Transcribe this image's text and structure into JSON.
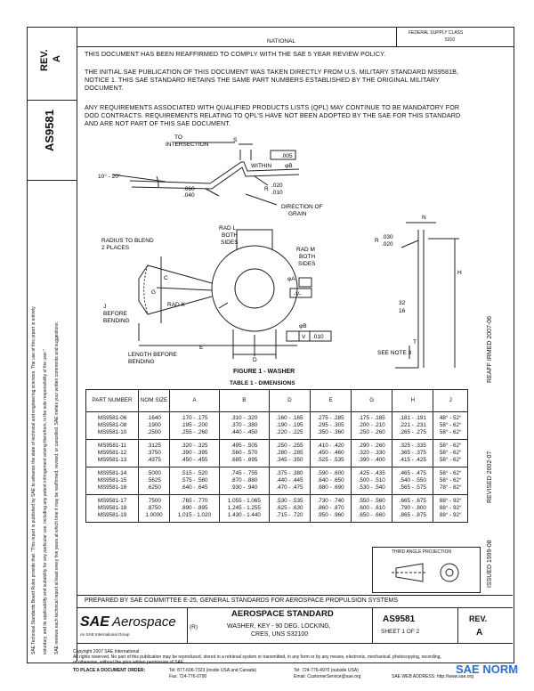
{
  "sidebar": {
    "rev_label": "REV.",
    "rev_value": "A",
    "doc_number": "AS9581",
    "legal_text": [
      "SAE Technical Standards Board Rules provide that: \"This report is published by SAE to advance the state of technical and engineering sciences. The use of this report is entirely",
      "voluntary, and its applicability and suitability for any particular use, including any patent infringement arising therefrom, is the sole responsibility of the user.\"",
      "SAE reviews each technical report at least every five years at which time it may be reaffirmed, revised, or cancelled. SAE invites your written comments and suggestions."
    ]
  },
  "header": {
    "class_label": "NATIONAL",
    "federal_supply_class": "FEDERAL SUPPLY CLASS",
    "fsc_value": "5310"
  },
  "paragraphs": [
    "THIS DOCUMENT HAS BEEN REAFFIRMED TO COMPLY WITH THE SAE 5 YEAR REVIEW POLICY.",
    "THE INITIAL SAE PUBLICATION OF THIS DOCUMENT WAS TAKEN DIRECTLY FROM U.S. MILITARY STANDARD MS9581B, NOTICE 1. THIS SAE STANDARD RETAINS THE SAME PART NUMBERS ESTABLISHED BY THE ORIGINAL MILITARY DOCUMENT.",
    "ANY REQUIREMENTS ASSOCIATED WITH QUALIFIED PRODUCTS LISTS (QPL) MAY CONTINUE TO BE MANDATORY FOR DOD CONTRACTS. REQUIREMENTS RELATING TO QPL'S HAVE NOT BEEN ADOPTED BY THE SAE FOR THIS STANDARD AND ARE NOT PART OF THIS SAE DOCUMENT."
  ],
  "drawing": {
    "to_intersection": "TO",
    "intersection": "INTERSECTION",
    "s": "S",
    "angle": "10° - 20°",
    "tol_005": ".005",
    "within": "WITHIN",
    "phi_b": "φB",
    "r_060": ".060",
    "r_040": ".040",
    "r_label": "R",
    "r_020": ".020",
    "r_010": ".010",
    "direction_of": "DIRECTION OF",
    "grain": "GRAIN",
    "rad_l": "RAD L",
    "both": "BOTH",
    "sides": "SIDES",
    "radius_to_blend": "RADIUS TO BLEND",
    "two_places": "2 PLACES",
    "rad_m": "RAD M",
    "both2": "BOTH",
    "sides2": "SIDES",
    "rad_k": "RAD K",
    "g": "G",
    "c": "C",
    "j": "J",
    "before": "BEFORE",
    "bending": "BENDING",
    "phi_a": "φA",
    "v_box": "-V-",
    "phi_b2": "φB",
    "fcf_v": "V",
    "fcf_tol": ".010",
    "length_before": "LENGTH BEFORE",
    "bending2": "BENDING",
    "e": "E",
    "d": "D",
    "n": "N",
    "r030": ".030",
    "r020": ".020",
    "h": "H",
    "f32": "32",
    "f16": "16",
    "t": "T",
    "see_note": "SEE NOTE 3",
    "figure_caption": "FIGURE 1 - WASHER",
    "table_caption": "TABLE 1 - DIMENSIONS"
  },
  "table": {
    "headers": [
      "PART NUMBER",
      "NOM SIZE",
      "A",
      "B",
      "D",
      "E",
      "G",
      "H",
      "J"
    ],
    "groups": [
      [
        [
          "MS9581-06",
          ".1640",
          ".170 - .175",
          ".310 - .320",
          ".160 - .165",
          ".275 - .285",
          ".175 - .185",
          ".181 - .191",
          "48° - 52°"
        ],
        [
          "MS9581-08",
          ".1900",
          ".195 - .200",
          ".370 - .380",
          ".190 - .195",
          ".295 - .305",
          ".200 - .210",
          ".221 - .231",
          "58° - 62°"
        ],
        [
          "MS9581-10",
          ".2500",
          ".255 - .260",
          ".440 - .450",
          ".220 - .225",
          ".350 - .360",
          ".250 - .260",
          ".265 - .275",
          "58° - 62°"
        ]
      ],
      [
        [
          "MS9581-11",
          ".3125",
          ".320 - .325",
          ".495 - .505",
          ".250 - .255",
          ".410 - .420",
          ".290 - .260",
          ".325 - .335",
          "58° - 62°"
        ],
        [
          "MS9581-12",
          ".3750",
          ".390 - .395",
          ".560 - .570",
          ".280 - .285",
          ".450 - .460",
          ".320 - .330",
          ".365 - .375",
          "58° - 62°"
        ],
        [
          "MS9581-13",
          ".4375",
          ".450 - .455",
          ".685 - .695",
          ".345 - .350",
          ".525 - .535",
          ".390 - .400",
          ".415 - .425",
          "58° - 62°"
        ]
      ],
      [
        [
          "MS9581-14",
          ".5000",
          ".515 - .520",
          ".745 - .755",
          ".375 - .380",
          ".590 - .600",
          ".425 - .435",
          ".465 - .475",
          "58° - 62°"
        ],
        [
          "MS9581-15",
          ".5625",
          ".575 - .580",
          ".870 - .880",
          ".440 - .445",
          ".640 - .650",
          ".500 - .510",
          ".540 - .550",
          "58° - 62°"
        ],
        [
          "MS9581-16",
          ".6250",
          ".640 - .645",
          ".930 - .940",
          ".470 - .475",
          ".680 - .690",
          ".530 - .540",
          ".565 - .575",
          "78° - 82°"
        ]
      ],
      [
        [
          "MS9581-17",
          ".7500",
          ".765 - .770",
          "1.055 - 1.065",
          ".530 - .535",
          ".730 - .740",
          ".550 - .560",
          ".665 - .675",
          "88° - 92°"
        ],
        [
          "MS9581-18",
          ".8750",
          ".890 - .895",
          "1.245 - 1.255",
          ".625 - .630",
          ".860 - .870",
          ".600 - .610",
          ".790 - .800",
          "88° - 92°"
        ],
        [
          "MS9581-19",
          "1.0000",
          "1.015 - 1.020",
          "1.430 - 1.440",
          ".715 - .720",
          ".950 - .960",
          ".650 - .660",
          ".865 - .875",
          "88° - 92°"
        ]
      ]
    ]
  },
  "right_margin": {
    "reaff": "REAFF IRMED 2007-06",
    "revised": "REVISED 2002-07",
    "issued": "ISSUED 1999-08"
  },
  "projection": {
    "label": "THIRD ANGLE PROJECTION"
  },
  "footer": {
    "prepared_by": "PREPARED BY SAE COMMITTEE E-25, GENERAL STANDARDS FOR AEROSPACE PROPULSION SYSTEMS",
    "logo_sae": "SAE",
    "logo_aero": "Aerospace",
    "logo_sub": "An SAE International Group",
    "std_title": "AEROSPACE STANDARD",
    "r_mark": "(R)",
    "desc1": "WASHER, KEY - 90 DEG. LOCKING,",
    "desc2": "CRES, UNS S32100",
    "doc_number": "AS9581",
    "sheet": "SHEET 1 OF 2",
    "rev_label": "REV.",
    "rev_value": "A",
    "copyright": "Copyright 2007 SAE International",
    "rights": "All rights reserved. No part of this publication may be reproduced, stored in a retrieval system or transmitted, in any form or by any means, electronic, mechanical, photocopying, recording,",
    "rights2": "or otherwise, without the prior written permission of SAE.",
    "order": "TO PLACE A DOCUMENT ORDER:",
    "tel1": "Tel: 877-606-7323 (inside USA and Canada)",
    "fax": "Fax: 724-776-0790",
    "tel2": "Tel: 724-776-4970 (outside USA)",
    "email": "Email: CustomerService@sae.org",
    "web": "SAE WEB ADDRESS: http://www.sae.org",
    "watermark": "SAE NORM"
  }
}
